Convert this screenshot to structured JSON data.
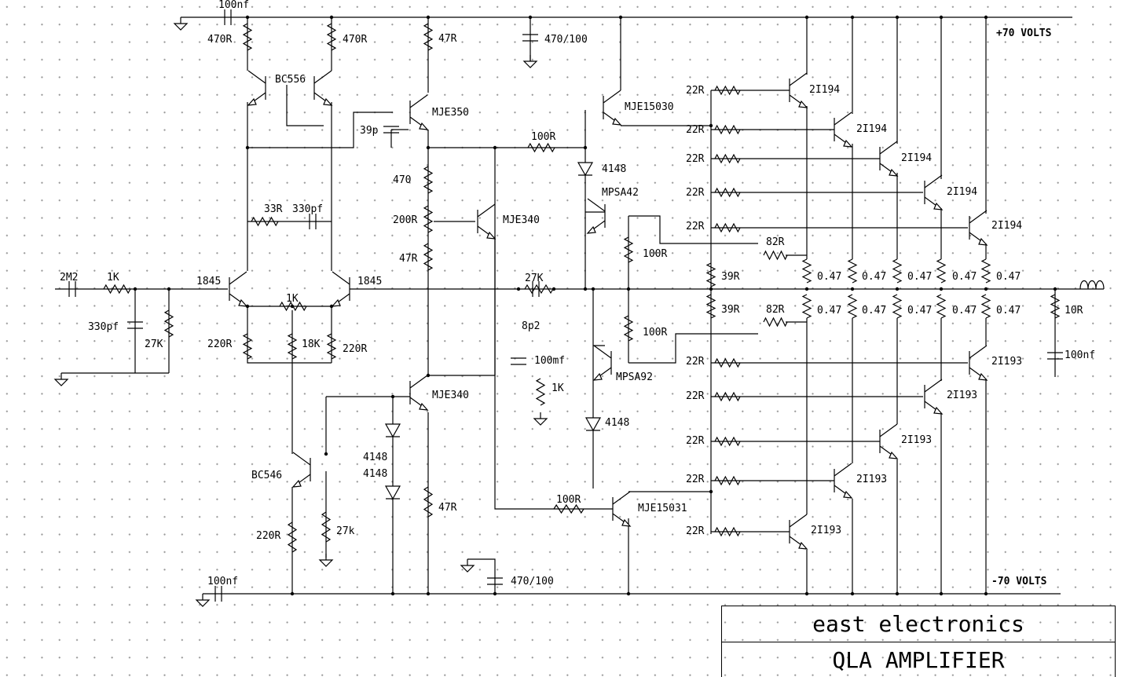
{
  "rails": {
    "positive": "+70 VOLTS",
    "negative": "-70 VOLTS"
  },
  "title_block": {
    "company": "east electronics",
    "title": "QLA AMPLIFIER"
  },
  "input": {
    "cap": "2M2",
    "resistor": "1K",
    "filter_cap": "330pf",
    "bias_resistor": "27K"
  },
  "diff_pair": {
    "transistor": "1845",
    "degeneration_pot": "1K",
    "emitter_resistor": "18K",
    "collector_left": "220R",
    "collector_right": "220R",
    "comp_resistor": "33R",
    "comp_cap": "330pf"
  },
  "current_mirror": {
    "transistor": "BC556",
    "resistor_left": "470R",
    "resistor_right": "470R",
    "decoupling": "100nf"
  },
  "vas": {
    "driver": "MJE350",
    "emitter_resistor": "47R",
    "miller_cap": "39p",
    "bias_top": "470",
    "bias_pot": "200R",
    "bias_bottom": "47R",
    "bias_transistor": "MJE340"
  },
  "lower_stage": {
    "transistor": "MJE340",
    "diode_a": "4148",
    "diode_b": "4148",
    "emitter_resistor": "47R",
    "current_source": "BC546",
    "cs_resistor": "220R",
    "cs_bias": "27k",
    "decoupling": "100nf"
  },
  "supply_caps": {
    "top": "470/100",
    "bottom": "470/100"
  },
  "drivers": {
    "npn": "MJE15030",
    "pnp": "MJE15031",
    "pre_npn": "MPSA42",
    "pre_pnp": "MPSA92",
    "diode_top": "4148",
    "diode_bottom": "4148",
    "base_res_top": "100R",
    "base_res_bottom": "100R",
    "pre_res_top": "100R",
    "pre_res_bottom": "100R",
    "emitter_top": "82R",
    "emitter_bottom": "82R",
    "bias_top": "39R",
    "bias_bottom": "39R"
  },
  "feedback": {
    "resistor": "27K",
    "cap": "8p2",
    "ground_cap": "100mf",
    "ground_res": "1K"
  },
  "output_npn": {
    "device": "2I194",
    "base_resistor": "22R",
    "emitter_resistor": "0.47"
  },
  "output_pnp": {
    "device": "2I193",
    "base_resistor": "22R",
    "emitter_resistor": "0.47"
  },
  "zobel": {
    "resistor": "10R",
    "cap": "100nf"
  }
}
